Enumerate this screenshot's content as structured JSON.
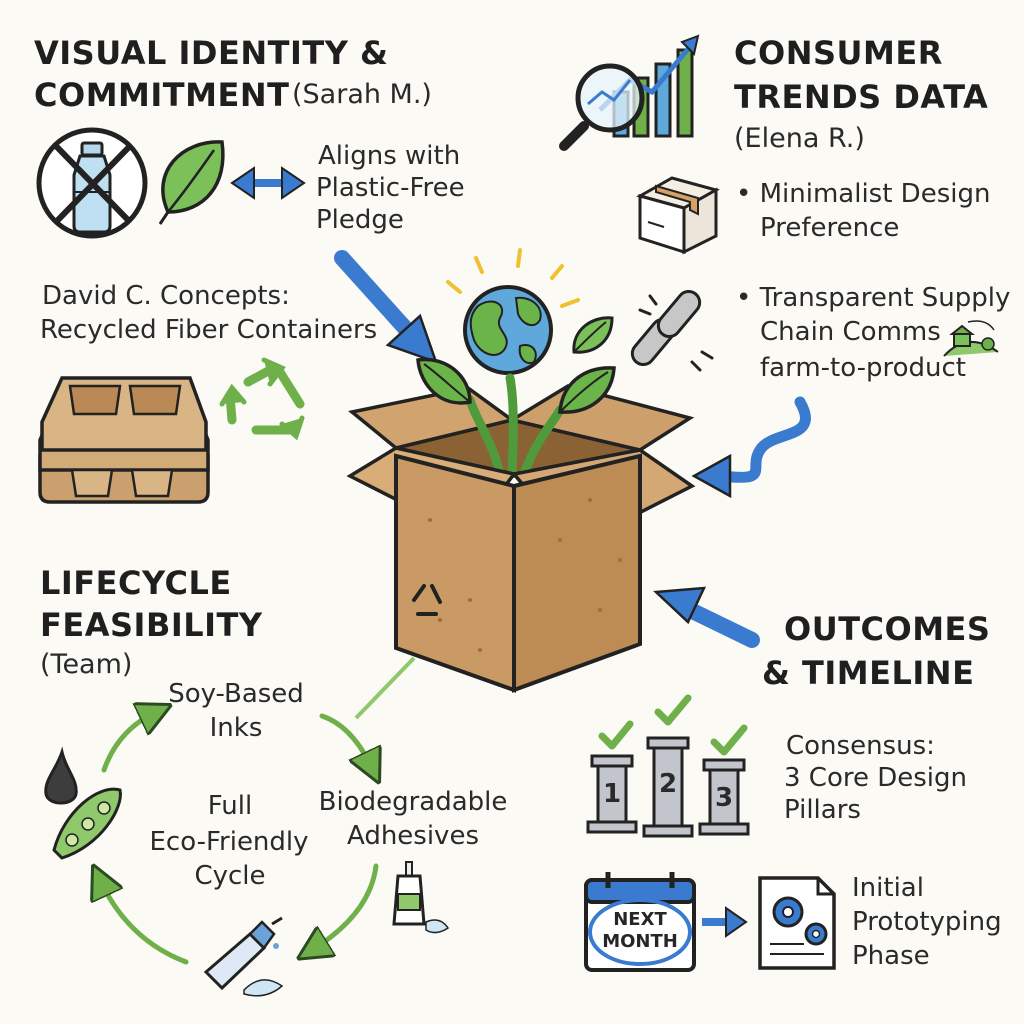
{
  "visual_identity": {
    "title_line1": "VISUAL IDENTITY &",
    "title_line2": "COMMITMENT",
    "author": "(Sarah M.)",
    "note_line1": "Aligns with",
    "note_line2": "Plastic-Free",
    "note_line3": "Pledge"
  },
  "concepts": {
    "line1": "David C. Concepts:",
    "line2": "Recycled Fiber Containers"
  },
  "consumer_trends": {
    "title_line1": "CONSUMER",
    "title_line2": "TRENDS DATA",
    "author": "(Elena R.)",
    "bullet1_line1": "• Minimalist Design",
    "bullet1_line2": "Preference",
    "bullet2_line1": "• Transparent Supply",
    "bullet2_line2": "Chain Comms",
    "bullet2_line3": "farm-to-product"
  },
  "lifecycle": {
    "title_line1": "LIFECYCLE",
    "title_line2": "FEASIBILITY",
    "author": "(Team)",
    "inks_line1": "Soy-Based",
    "inks_line2": "Inks",
    "adhesives_line1": "Biodegradable",
    "adhesives_line2": "Adhesives",
    "center_line1": "Full",
    "center_line2": "Eco-Friendly",
    "center_line3": "Cycle"
  },
  "outcomes": {
    "title_line1": "OUTCOMES",
    "title_line2": "& TIMELINE",
    "consensus_line1": "Consensus:",
    "consensus_line2": "3 Core Design",
    "consensus_line3": "Pillars",
    "pillar_labels": [
      "1",
      "2",
      "3"
    ],
    "calendar_line1": "NEXT",
    "calendar_line2": "MONTH",
    "phase_line1": "Initial",
    "phase_line2": "Prototyping",
    "phase_line3": "Phase"
  },
  "colors": {
    "arrow_blue": "#3a7bd0",
    "leaf_green": "#6fb04a",
    "cardboard": "#c99a63"
  }
}
